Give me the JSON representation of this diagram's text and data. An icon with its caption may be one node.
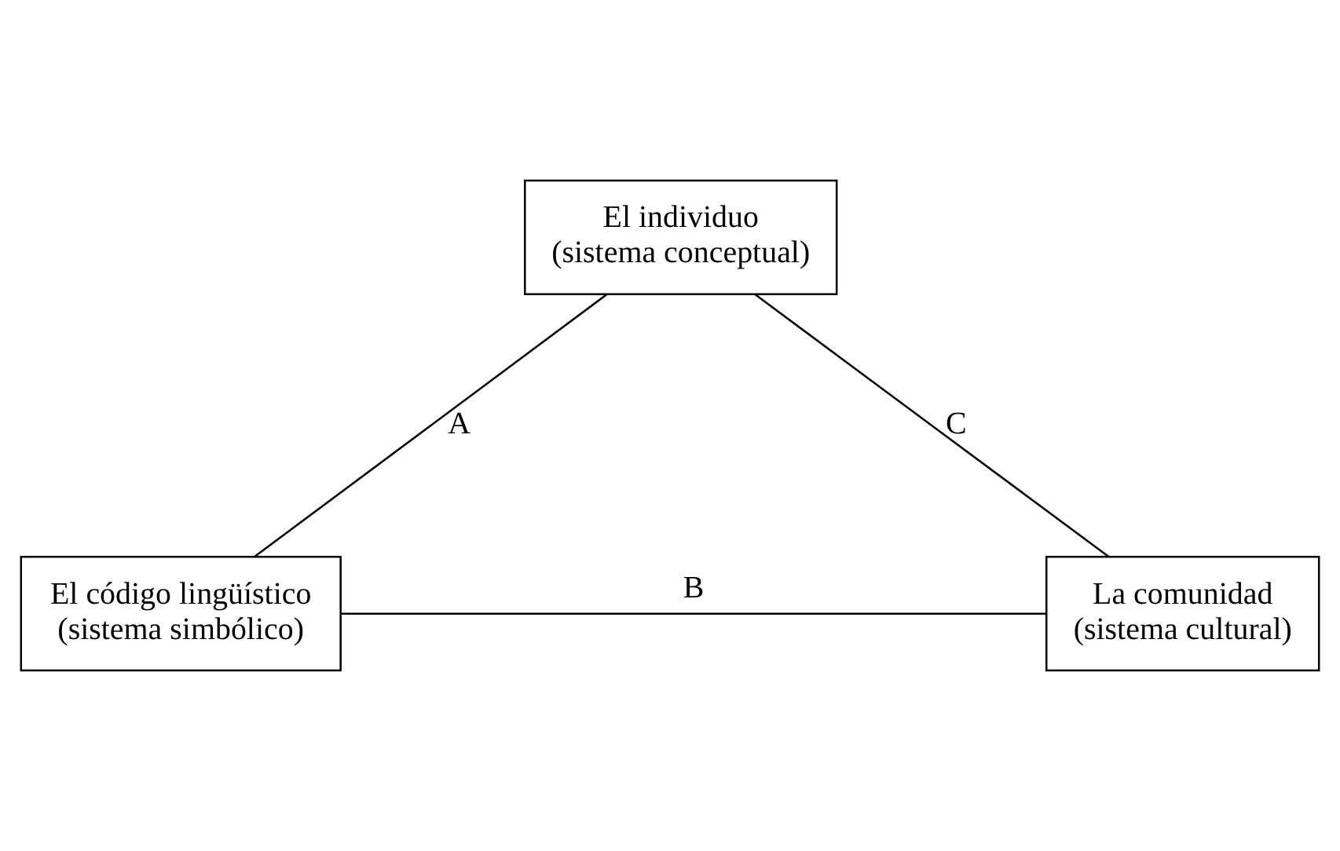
{
  "diagram": {
    "nodes": [
      {
        "text": [
          "El individuo",
          "(sistema conceptual)"
        ]
      },
      {
        "text": [
          "El código lingüístico",
          "(sistema simbólico)"
        ]
      },
      {
        "text": [
          "La comunidad",
          "(sistema cultural)"
        ]
      }
    ],
    "edges": [
      {
        "from": 0,
        "to": 1,
        "arrow": "none",
        "label": "A"
      },
      {
        "from": 1,
        "to": 2,
        "arrow": "none",
        "label": "B"
      },
      {
        "from": 0,
        "to": 2,
        "arrow": "none",
        "label": "C"
      }
    ]
  }
}
